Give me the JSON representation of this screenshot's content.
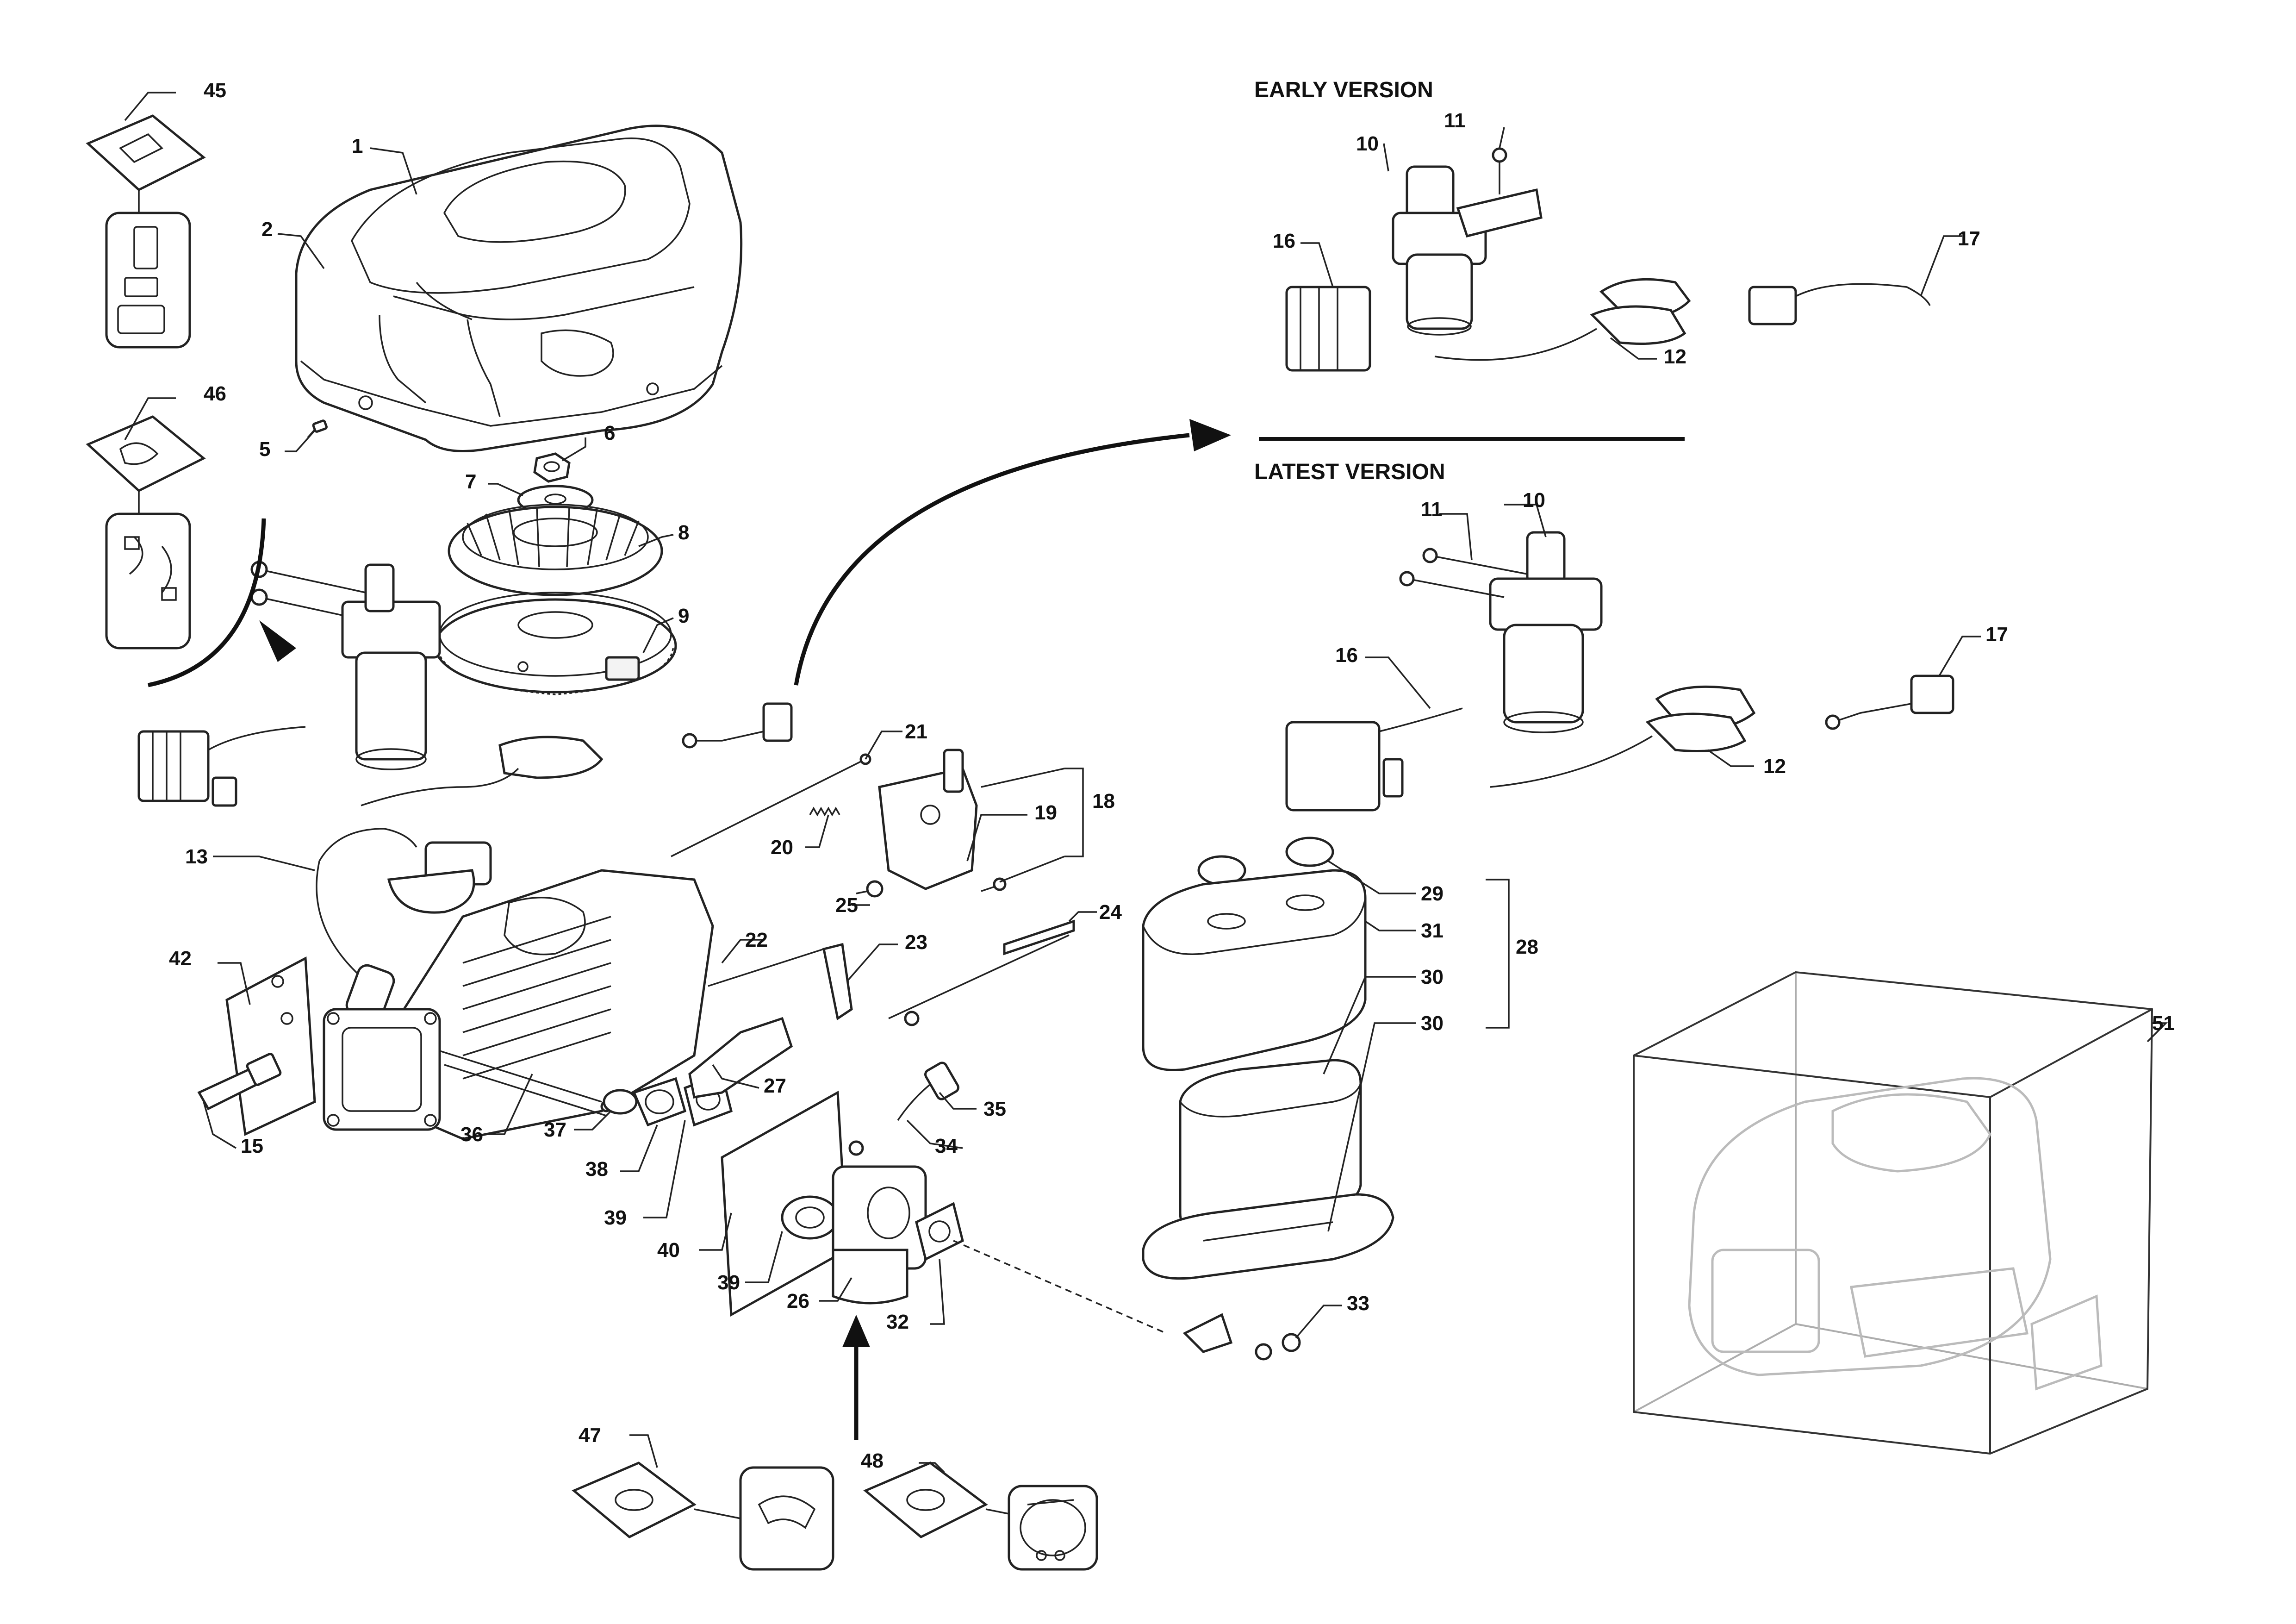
{
  "headings": {
    "early": "EARLY VERSION",
    "latest": "LATEST VERSION"
  },
  "labels": {
    "p1": "1",
    "p2": "2",
    "p5": "5",
    "p6": "6",
    "p7": "7",
    "p8": "8",
    "p9": "9",
    "p10a": "10",
    "p11a": "11",
    "p12a": "12",
    "p16a": "16",
    "p17a": "17",
    "p10b": "10",
    "p11b": "11",
    "p12b": "12",
    "p16b": "16",
    "p17b": "17",
    "p13": "13",
    "p15": "15",
    "p18": "18",
    "p19": "19",
    "p20": "20",
    "p21": "21",
    "p22": "22",
    "p23": "23",
    "p24": "24",
    "p25": "25",
    "p26": "26",
    "p27": "27",
    "p28": "28",
    "p29": "29",
    "p30a": "30",
    "p30b": "30",
    "p31": "31",
    "p32": "32",
    "p33": "33",
    "p34": "34",
    "p35": "35",
    "p36": "36",
    "p37": "37",
    "p38": "38",
    "p39a": "39",
    "p39b": "39",
    "p40": "40",
    "p42": "42",
    "p45": "45",
    "p46": "46",
    "p47": "47",
    "p48": "48",
    "p51": "51"
  },
  "icons": {
    "arrow": "curved-arrow-icon",
    "up_arrow": "up-arrow-icon"
  }
}
